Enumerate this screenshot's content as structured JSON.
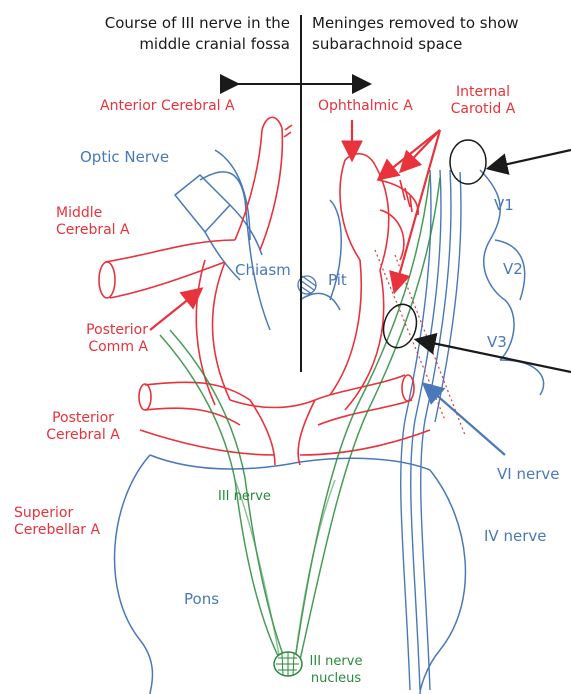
{
  "headings": {
    "left": [
      "Course of III nerve in the",
      "middle cranial fossa"
    ],
    "right": [
      "Meninges removed to show",
      "subarachnoid space"
    ]
  },
  "arteries": {
    "anterior_cerebral": "Anterior Cerebral A",
    "ophthalmic": "Ophthalmic A",
    "internal_carotid": [
      "Internal",
      "Carotid A"
    ],
    "middle_cerebral": [
      "Middle",
      "Cerebral A"
    ],
    "posterior_comm": [
      "Posterior",
      "Comm A"
    ],
    "posterior_cerebral": [
      "Posterior",
      "Cerebral A"
    ],
    "superior_cerebellar": [
      "Superior",
      "Cerebellar A"
    ]
  },
  "structures": {
    "optic_nerve": "Optic Nerve",
    "chiasm": "Chiasm",
    "pit": "Pit",
    "v1": "V1",
    "v2": "V2",
    "v3": "V3",
    "vi_nerve": "VI nerve",
    "iv_nerve": "IV nerve",
    "pons": "Pons"
  },
  "green_labels": {
    "iii_nerve": "III nerve",
    "iii_nucleus": [
      "III nerve",
      "nucleus"
    ]
  },
  "colors": {
    "artery": "#e8323c",
    "nerve": "#4a78b8",
    "oculomotor": "#2a8a3c",
    "ink": "#1a1a1a"
  }
}
